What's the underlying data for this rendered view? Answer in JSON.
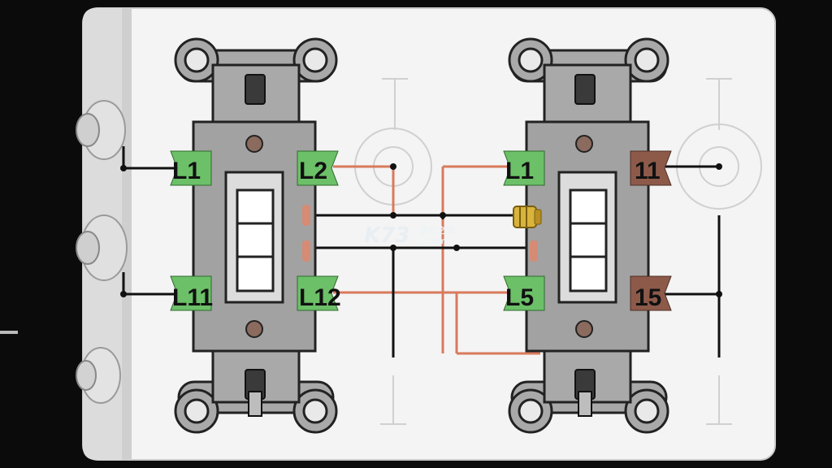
{
  "colors": {
    "background": "#0b0b0b",
    "box": "#f4f4f4",
    "switch_body": "#a9a9a9",
    "terminal_green": "#6cc068",
    "terminal_brown": "#8d5a4a",
    "wire_black": "#111111",
    "wire_orange": "#d97a5c",
    "lamp_outline": "#d0d0d0",
    "brass_plug": "#d9b43c"
  },
  "left_switch": {
    "terminal_top_left": "L1",
    "terminal_top_right": "L2",
    "terminal_bottom_left": "L11",
    "terminal_bottom_right": "L12"
  },
  "right_switch": {
    "terminal_top_left": "L1",
    "terminal_top_right": "11",
    "terminal_bottom_left": "L5",
    "terminal_bottom_right": "15"
  },
  "watermark": {
    "logo": "K73",
    "cn": "游戏之家",
    "domain": ".com"
  }
}
